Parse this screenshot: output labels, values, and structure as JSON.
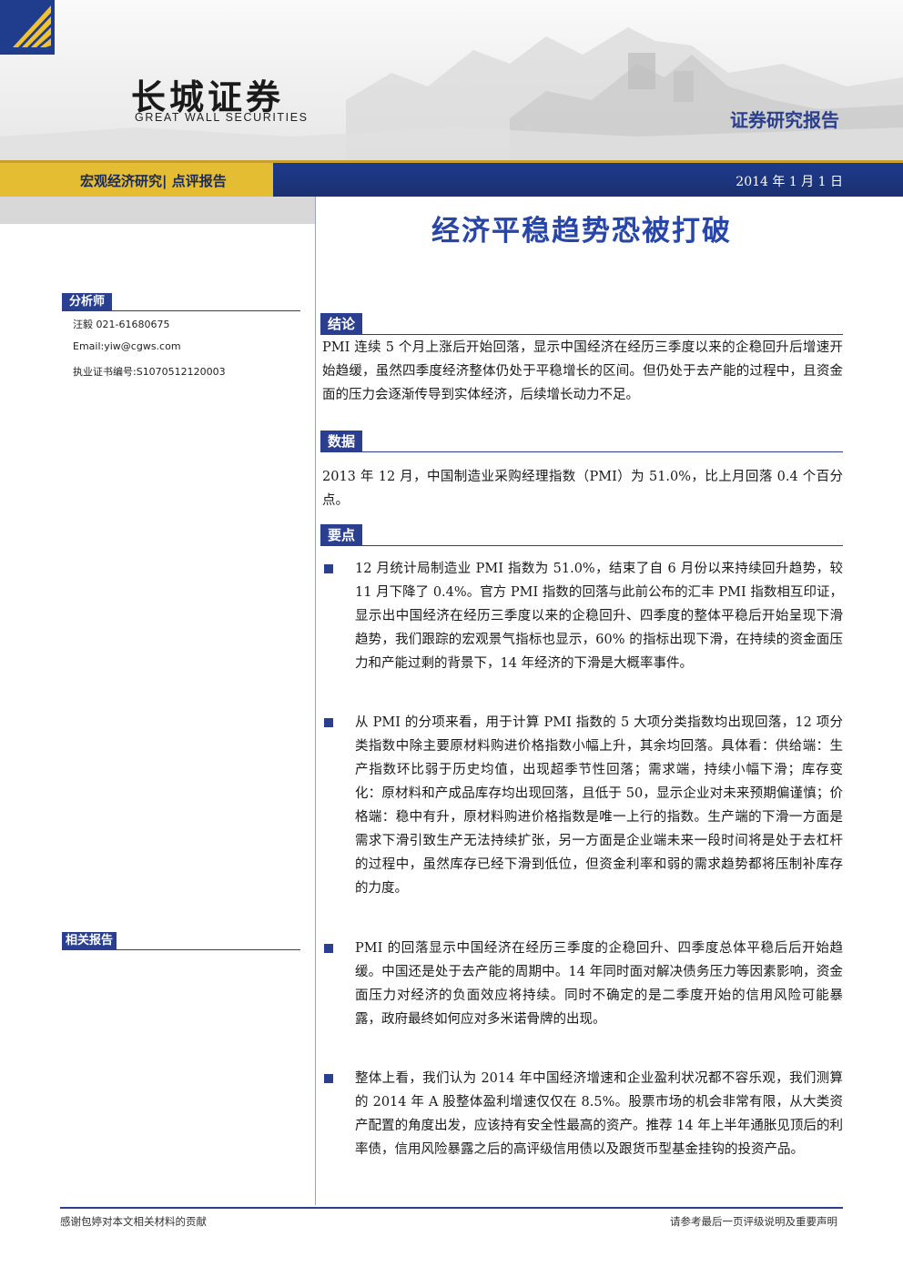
{
  "header": {
    "logo_cn": "长城证券",
    "logo_en": "GREAT WALL SECURITIES",
    "report_type": "证券研究报告"
  },
  "nav": {
    "category": "宏观经济研究| 点评报告",
    "date": "2014 年 1 月 1 日"
  },
  "title": "经济平稳趋势恐被打破",
  "sidebar": {
    "analyst_label": "分析师",
    "analyst_name_phone": "汪毅 021-61680675",
    "analyst_email": "Email:yiw@cgws.com",
    "analyst_license": "执业证书编号:S1070512120003",
    "related_label": "相关报告"
  },
  "sections": {
    "conclusion": {
      "label": "结论",
      "text": "PMI 连续 5 个月上涨后开始回落，显示中国经济在经历三季度以来的企稳回升后增速开始趋缓，虽然四季度经济整体仍处于平稳增长的区间。但仍处于去产能的过程中，且资金面的压力会逐渐传导到实体经济，后续增长动力不足。"
    },
    "data": {
      "label": "数据",
      "text": "2013 年 12 月，中国制造业采购经理指数（PMI）为 51.0%，比上月回落 0.4 个百分点。"
    },
    "points": {
      "label": "要点",
      "items": [
        "12 月统计局制造业 PMI 指数为 51.0%，结束了自 6 月份以来持续回升趋势，较 11 月下降了 0.4%。官方 PMI 指数的回落与此前公布的汇丰 PMI 指数相互印证，显示出中国经济在经历三季度以来的企稳回升、四季度的整体平稳后开始呈现下滑趋势，我们跟踪的宏观景气指标也显示，60% 的指标出现下滑，在持续的资金面压力和产能过剩的背景下，14 年经济的下滑是大概率事件。",
        "从 PMI 的分项来看，用于计算 PMI 指数的 5 大项分类指数均出现回落，12 项分类指数中除主要原材料购进价格指数小幅上升，其余均回落。具体看：供给端：生产指数环比弱于历史均值，出现超季节性回落；需求端，持续小幅下滑；库存变化：原材料和产成品库存均出现回落，且低于 50，显示企业对未来预期偏谨慎；价格端：稳中有升，原材料购进价格指数是唯一上行的指数。生产端的下滑一方面是需求下滑引致生产无法持续扩张，另一方面是企业端未来一段时间将是处于去杠杆的过程中，虽然库存已经下滑到低位，但资金利率和弱的需求趋势都将压制补库存的力度。",
        "PMI 的回落显示中国经济在经历三季度的企稳回升、四季度总体平稳后后开始趋缓。中国还是处于去产能的周期中。14 年同时面对解决债务压力等因素影响，资金面压力对经济的负面效应将持续。同时不确定的是二季度开始的信用风险可能暴露，政府最终如何应对多米诺骨牌的出现。",
        "整体上看，我们认为 2014 年中国经济增速和企业盈利状况都不容乐观，我们测算的 2014 年 A 股整体盈利增速仅仅在 8.5%。股票市场的机会非常有限，从大类资产配置的角度出发，应该持有安全性最高的资产。推荐 14 年上半年通胀见顶后的利率债，信用风险暴露之后的高评级信用债以及跟货币型基金挂钩的投资产品。"
      ]
    }
  },
  "footer": {
    "left": "感谢包婷对本文相关材料的贡献",
    "right": "请参考最后一页评级说明及重要声明"
  },
  "colors": {
    "brand_blue": "#2a3f8f",
    "title_blue": "#2746a8",
    "gold": "#e4bd32"
  }
}
